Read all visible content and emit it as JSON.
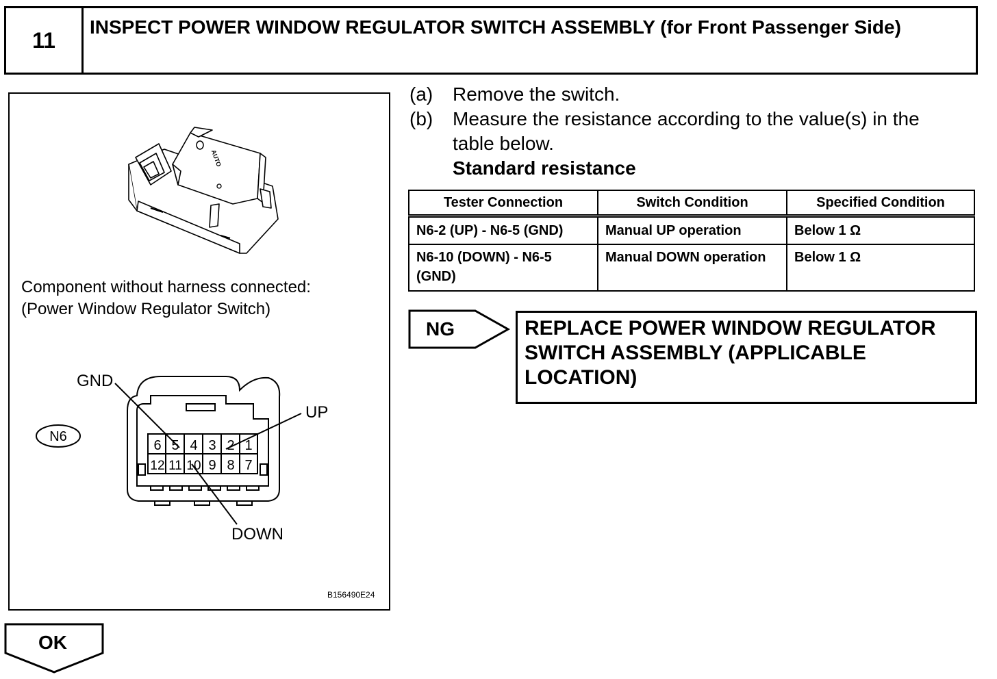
{
  "header": {
    "step_number": "11",
    "title": "INSPECT POWER WINDOW REGULATOR SWITCH ASSEMBLY (for Front Passenger Side)"
  },
  "figure": {
    "caption_line1": "Component without harness connected:",
    "caption_line2": "(Power Window Regulator Switch)",
    "connector_label": "N6",
    "pins_top": [
      "6",
      "5",
      "4",
      "3",
      "2",
      "1"
    ],
    "pins_bottom": [
      "12",
      "11",
      "10",
      "9",
      "8",
      "7"
    ],
    "callout_gnd": "GND",
    "callout_up": "UP",
    "callout_down": "DOWN",
    "switch_button_text": "AUTO",
    "figure_code": "B156490E24"
  },
  "instructions": {
    "a_label": "(a)",
    "a_text": "Remove the switch.",
    "b_label": "(b)",
    "b_text_line1": "Measure the resistance according to the value(s) in the",
    "b_text_line2": "table below.",
    "heading": "Standard resistance"
  },
  "table": {
    "headers": [
      "Tester Connection",
      "Switch Condition",
      "Specified Condition"
    ],
    "rows": [
      [
        "N6-2 (UP) - N6-5 (GND)",
        "Manual UP operation",
        "Below 1 Ω"
      ],
      [
        "N6-10 (DOWN) - N6-5 (GND)",
        "Manual DOWN operation",
        "Below 1 Ω"
      ]
    ]
  },
  "ng": {
    "label": "NG",
    "result": "REPLACE POWER WINDOW REGULATOR SWITCH ASSEMBLY (APPLICABLE LOCATION)"
  },
  "ok": {
    "label": "OK"
  }
}
